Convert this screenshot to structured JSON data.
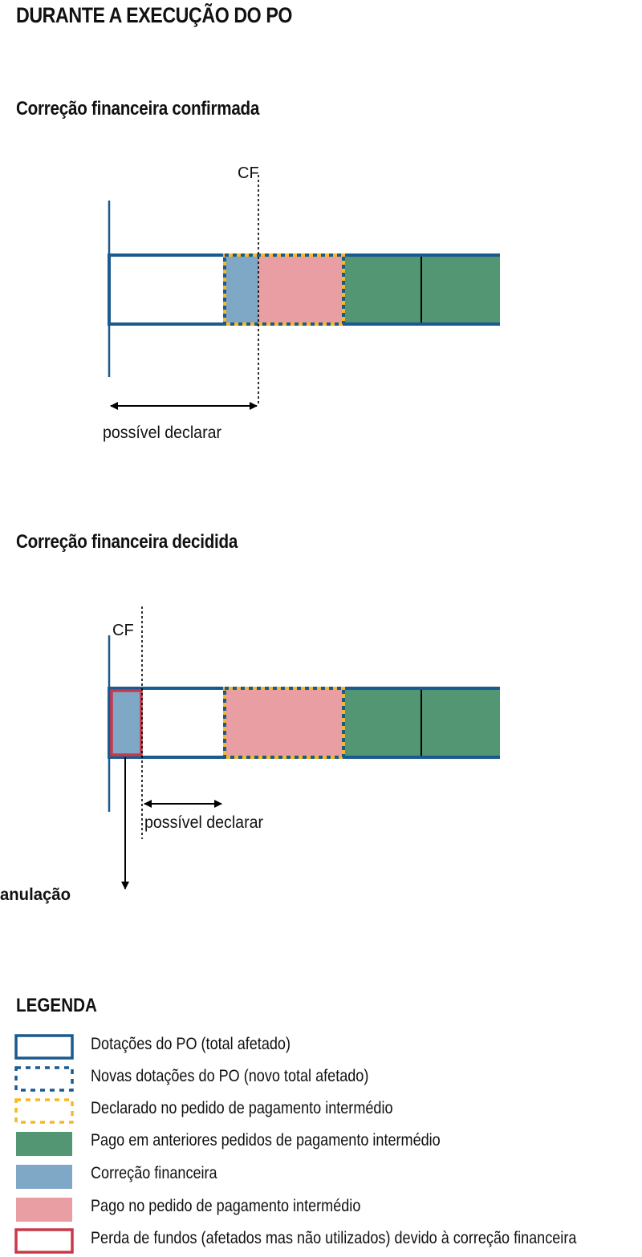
{
  "title": "DURANTE A EXECUÇÃO DO PO",
  "section1": {
    "title": "Correção financeira confirmada",
    "cf_label": "CF",
    "declare_label": "possível declarar"
  },
  "section2": {
    "title": "Correção financeira decidida",
    "cf_label": "CF",
    "declare_label": "possível declarar",
    "anulacao_label": "anulação"
  },
  "colors": {
    "blue": "#1b5a8e",
    "yellow": "#f6b826",
    "green": "#529674",
    "lightblue": "#7fa8c6",
    "pink": "#e89ea3",
    "red": "#c8394a"
  },
  "legend": {
    "title": "LEGENDA",
    "items": [
      {
        "label": "Dotações do PO (total afetado)",
        "swatch": "solid-blue-outline"
      },
      {
        "label": "Novas dotações do PO (novo total afetado)",
        "swatch": "dashed-blue-outline"
      },
      {
        "label": "Declarado no pedido de pagamento intermédio",
        "swatch": "dashed-yellow-outline"
      },
      {
        "label": "Pago em anteriores pedidos de pagamento intermédio",
        "swatch": "green-fill"
      },
      {
        "label": "Correção financeira",
        "swatch": "lightblue-fill"
      },
      {
        "label": "Pago no pedido de pagamento intermédio",
        "swatch": "pink-fill"
      },
      {
        "label": "Perda de fundos (afetados mas não utilizados) devido à correção financeira",
        "swatch": "red-outline"
      }
    ]
  }
}
